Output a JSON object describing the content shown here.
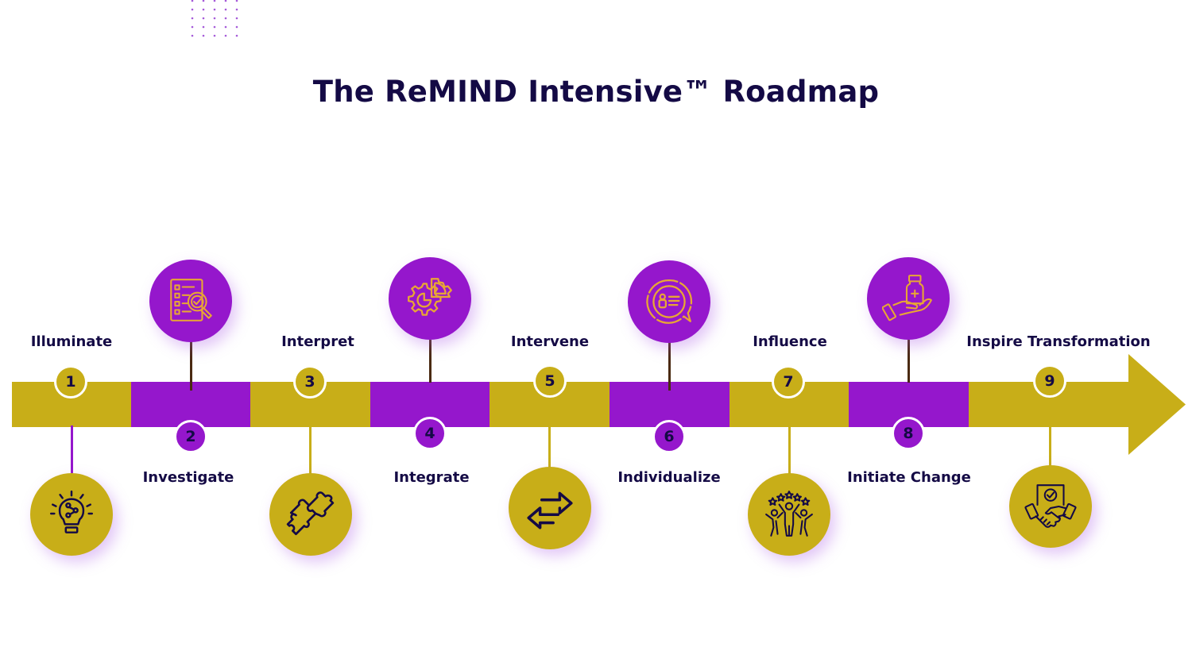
{
  "title": "The ReMIND Intensive™ Roadmap",
  "colors": {
    "gold": "#C8AE18",
    "purple": "#9517CC",
    "navy": "#140A45",
    "icon_stroke_on_purple": "#E8A634",
    "icon_stroke_on_gold": "#140A45"
  },
  "steps": [
    {
      "number": "1",
      "label": "Illuminate",
      "icon": "lightbulb-icon",
      "segment_color": "gold",
      "label_position": "above",
      "icon_position": "below"
    },
    {
      "number": "2",
      "label": "Investigate",
      "icon": "checklist-magnifier-icon",
      "segment_color": "purple",
      "label_position": "below",
      "icon_position": "above"
    },
    {
      "number": "3",
      "label": "Interpret",
      "icon": "puzzle-icon",
      "segment_color": "gold",
      "label_position": "above",
      "icon_position": "below"
    },
    {
      "number": "4",
      "label": "Integrate",
      "icon": "gears-icon",
      "segment_color": "purple",
      "label_position": "below",
      "icon_position": "above"
    },
    {
      "number": "5",
      "label": "Intervene",
      "icon": "exchange-arrows-icon",
      "segment_color": "gold",
      "label_position": "above",
      "icon_position": "below"
    },
    {
      "number": "6",
      "label": "Individualize",
      "icon": "profile-chat-icon",
      "segment_color": "purple",
      "label_position": "below",
      "icon_position": "above"
    },
    {
      "number": "7",
      "label": "Influence",
      "icon": "celebrating-people-stars-icon",
      "segment_color": "gold",
      "label_position": "above",
      "icon_position": "below"
    },
    {
      "number": "8",
      "label": "Initiate Change",
      "icon": "hand-medicine-icon",
      "segment_color": "purple",
      "label_position": "below",
      "icon_position": "above"
    },
    {
      "number": "9",
      "label": "Inspire Transformation",
      "icon": "handshake-certificate-icon",
      "segment_color": "gold",
      "label_position": "above",
      "icon_position": "below"
    }
  ]
}
